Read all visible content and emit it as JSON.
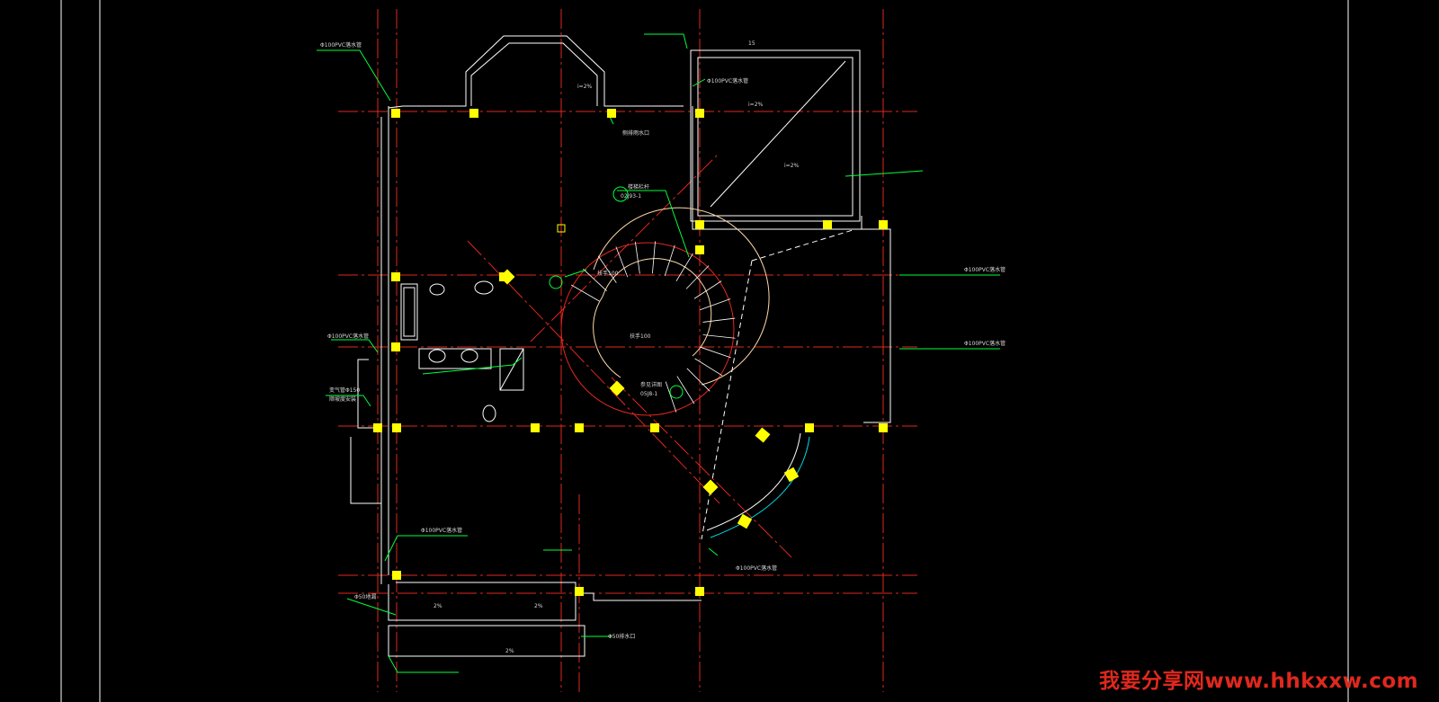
{
  "colors": {
    "background": "#000000",
    "axis": "#e0281e",
    "wall": "#ffffff",
    "column": "#ffff00",
    "leader": "#00ff3c",
    "stair": "#ffd9a8",
    "glass": "#00d7e6",
    "watermark": "#e0281e"
  },
  "annotations": {
    "pipe_label": "Φ100PVC落水管",
    "slope_label": "i=2%",
    "dim_15": "15",
    "scupper": "侧排雨水口",
    "stair_detail": "参见详图",
    "atlas_ref": "02J93-1",
    "handrail": "扶手100",
    "stair_railing": "楼梯栏杆",
    "pipe_spec": "变气管Φ150",
    "pipe_spec2": "顺坡度安装",
    "stair_ref": "05J8-1",
    "drain": "Φ50地漏",
    "dim_2": "2%",
    "scupper2": "Φ50排水口"
  },
  "watermark": {
    "text": "我要分享网www.hhkxxw.com"
  }
}
